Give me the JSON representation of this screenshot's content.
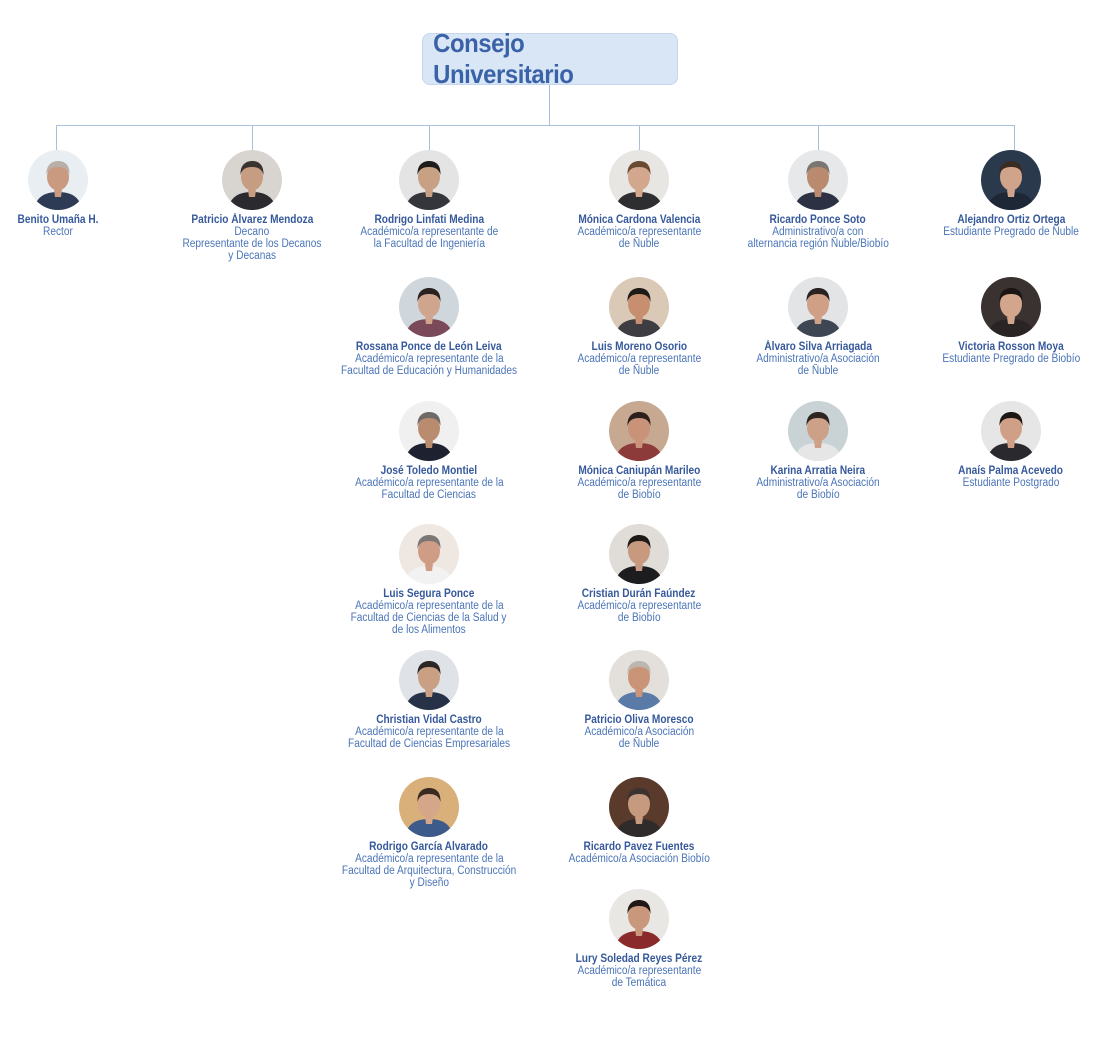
{
  "title": "Consejo Universitario",
  "colors": {
    "title_bg": "#d9e6f5",
    "title_text": "#3a62a8",
    "connector": "#a9bfdc",
    "name": "#36599b",
    "role": "#4a74b8"
  },
  "columns": [
    {
      "members": [
        {
          "name": "Benito Umaña H.",
          "role": [
            "Rector"
          ],
          "icon": "person-photo",
          "bg": "#e9eef3",
          "skin": "#c99a7f",
          "hair": "#b8b0a8",
          "shirt": "#2d3b55"
        }
      ]
    },
    {
      "members": [
        {
          "name": "Patricio Álvarez Mendoza",
          "role": [
            "Decano",
            "Representante de los Decanos",
            "y Decanas"
          ],
          "icon": "person-photo",
          "bg": "#d8d5d0",
          "skin": "#c79d82",
          "hair": "#3b3330",
          "shirt": "#2b2b2f"
        }
      ]
    },
    {
      "members": [
        {
          "name": "Rodrigo Linfati Medina",
          "role": [
            "Académico/a representante de",
            "la Facultad de Ingeniería"
          ],
          "icon": "person-photo",
          "bg": "#e4e4e4",
          "skin": "#c8a184",
          "hair": "#1f1c1c",
          "shirt": "#34363c"
        },
        {
          "name": "Rossana Ponce de León Leiva",
          "role": [
            "Académico/a representante de la",
            "Facultad de Educación y Humanidades"
          ],
          "icon": "person-photo",
          "bg": "#cfd6dc",
          "skin": "#cfa58d",
          "hair": "#2a2220",
          "shirt": "#7a4a5a"
        },
        {
          "name": "José Toledo Montiel",
          "role": [
            "Académico/a representante de la",
            "Facultad de Ciencias"
          ],
          "icon": "person-photo",
          "bg": "#f0f0f0",
          "skin": "#b98c70",
          "hair": "#6d6a68",
          "shirt": "#1e2230"
        },
        {
          "name": "Luis Segura Ponce",
          "role": [
            "Académico/a representante de la",
            "Facultad de Ciencias de la Salud y",
            "de los Alimentos"
          ],
          "icon": "person-photo",
          "bg": "#efe8e2",
          "skin": "#cf9c86",
          "hair": "#7b7774",
          "shirt": "#f2f2f2"
        },
        {
          "name": "Christian Vidal Castro",
          "role": [
            "Académico/a representante de la",
            "Facultad de Ciencias Empresariales"
          ],
          "icon": "person-photo",
          "bg": "#dfe3e8",
          "skin": "#c9a083",
          "hair": "#2c2624",
          "shirt": "#273248"
        },
        {
          "name": "Rodrigo García Alvarado",
          "role": [
            "Académico/a representante de la",
            "Facultad de Arquitectura, Construcción",
            "y Diseño"
          ],
          "icon": "person-photo",
          "bg": "#d9b07a",
          "skin": "#d6a688",
          "hair": "#3a2a22",
          "shirt": "#3c5a8a"
        }
      ]
    },
    {
      "members": [
        {
          "name": "Mónica Cardona Valencia",
          "role": [
            "Académico/a representante",
            "de Ñuble"
          ],
          "icon": "person-photo",
          "bg": "#e8e6e3",
          "skin": "#d2a78d",
          "hair": "#6b4a33",
          "shirt": "#2e2e30"
        },
        {
          "name": "Luis Moreno Osorio",
          "role": [
            "Académico/a representante",
            "de Ñuble"
          ],
          "icon": "person-photo",
          "bg": "#d9c9b6",
          "skin": "#c78f6f",
          "hair": "#1e1a18",
          "shirt": "#3e3e42"
        },
        {
          "name": "Mónica Caniupán Marileo",
          "role": [
            "Académico/a representante",
            "de Biobío"
          ],
          "icon": "person-photo",
          "bg": "#c7a890",
          "skin": "#c9937a",
          "hair": "#2b201c",
          "shirt": "#8d3a3a"
        },
        {
          "name": "Cristian Durán Faúndez",
          "role": [
            "Académico/a representante",
            "de Biobío"
          ],
          "icon": "person-photo",
          "bg": "#e0dcd8",
          "skin": "#c79a80",
          "hair": "#1f1a18",
          "shirt": "#1d1d1f"
        },
        {
          "name": "Patricio Oliva Moresco",
          "role": [
            "Académico/a Asociación",
            "de Ñuble"
          ],
          "icon": "person-photo",
          "bg": "#e3e0dc",
          "skin": "#c99478",
          "hair": "#bdb6ae",
          "shirt": "#5a7ba8"
        },
        {
          "name": "Ricardo Pavez Fuentes",
          "role": [
            "Académico/a Asociación Biobío"
          ],
          "icon": "person-photo",
          "bg": "#5a3a2a",
          "skin": "#c69a7e",
          "hair": "#3a3330",
          "shirt": "#2e2b2a"
        },
        {
          "name": "Lury Soledad Reyes Pérez",
          "role": [
            "Académico/a representante",
            "de Temática"
          ],
          "icon": "person-photo",
          "bg": "#e9e7e4",
          "skin": "#c9977c",
          "hair": "#1f1816",
          "shirt": "#8a2a2a"
        }
      ]
    },
    {
      "members": [
        {
          "name": "Ricardo Ponce Soto",
          "role": [
            "Administrativo/a con",
            "alternancia región Ñuble/Biobío"
          ],
          "icon": "person-photo",
          "bg": "#e6e8ea",
          "skin": "#b98a6e",
          "hair": "#7a7672",
          "shirt": "#2c3244"
        },
        {
          "name": "Álvaro Silva Arriagada",
          "role": [
            "Administrativo/a Asociación",
            "de Ñuble"
          ],
          "icon": "person-photo",
          "bg": "#e2e4e6",
          "skin": "#cfa085",
          "hair": "#2a2220",
          "shirt": "#3e4654"
        },
        {
          "name": "Karina Arratia Neira",
          "role": [
            "Administrativo/a Asociación",
            "de Biobío"
          ],
          "icon": "person-photo",
          "bg": "#c9d3d6",
          "skin": "#cda088",
          "hair": "#2e2420",
          "shirt": "#e6e6e6"
        }
      ]
    },
    {
      "members": [
        {
          "name": "Alejandro Ortiz Ortega",
          "role": [
            "Estudiante Pregrado de Ñuble"
          ],
          "icon": "person-photo",
          "bg": "#2a3a4c",
          "skin": "#d0a48a",
          "hair": "#3a2c22",
          "shirt": "#1d2736"
        },
        {
          "name": "Victoria Rosson Moya",
          "role": [
            "Estudiante Pregrado de Biobío"
          ],
          "icon": "person-photo",
          "bg": "#3a3230",
          "skin": "#d2a58c",
          "hair": "#1a1412",
          "shirt": "#2a2424"
        },
        {
          "name": "Anaís Palma Acevedo",
          "role": [
            "Estudiante Postgrado"
          ],
          "icon": "person-photo",
          "bg": "#e6e6e6",
          "skin": "#cfa085",
          "hair": "#1c1614",
          "shirt": "#2a2a2e"
        }
      ]
    }
  ]
}
